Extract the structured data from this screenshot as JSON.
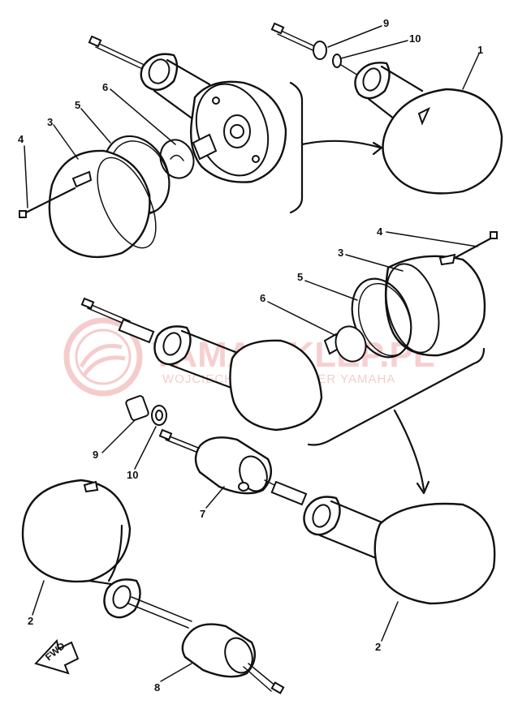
{
  "callouts": {
    "top_right": [
      "9",
      "10",
      "1"
    ],
    "top_left": [
      "6",
      "5",
      "3",
      "4"
    ],
    "mid_right": [
      "4",
      "3",
      "5",
      "6"
    ],
    "lower": [
      "9",
      "10",
      "7",
      "2",
      "2",
      "8"
    ]
  },
  "direction_label": "FWD",
  "watermark": {
    "title": "YAMA-SKLEP.PL",
    "subtitle": "WOJCIECHOWICZ DEALER YAMAHA"
  },
  "colors": {
    "line": "#111111",
    "watermark": "#e05a5a"
  }
}
